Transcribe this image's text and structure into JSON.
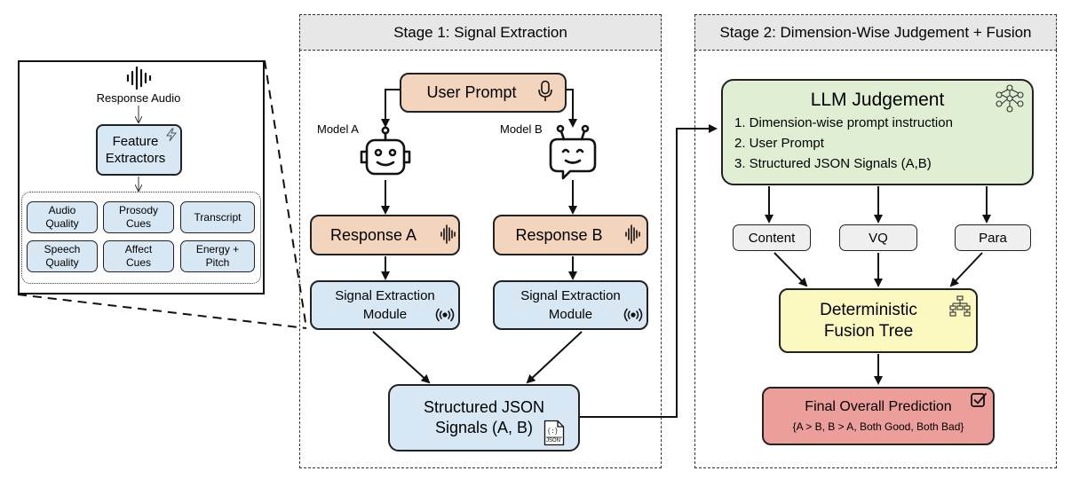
{
  "inset": {
    "response_audio": "Response Audio",
    "feature_extractors": "Feature\nExtractors",
    "features": [
      "Audio\nQuality",
      "Prosody\nCues",
      "Transcript",
      "Speech\nQuality",
      "Affect\nCues",
      "Energy +\nPitch"
    ]
  },
  "stage1": {
    "title": "Stage 1: Signal Extraction",
    "user_prompt": "User Prompt",
    "model_a": "Model A",
    "model_b": "Model B",
    "response_a": "Response A",
    "response_b": "Response B",
    "sem_a": "Signal Extraction\nModule",
    "sem_b": "Signal Extraction\nModule",
    "structured": "Structured JSON\nSignals (A, B)",
    "json_icon_label": "JSON"
  },
  "stage2": {
    "title": "Stage 2: Dimension-Wise Judgement + Fusion",
    "llm_title": "LLM Judgement",
    "llm_items": [
      "1. Dimension-wise prompt instruction",
      "2. User Prompt",
      "3. Structured JSON Signals (A,B)"
    ],
    "dimensions": [
      "Content",
      "VQ",
      "Para"
    ],
    "fusion": "Deterministic\nFusion Tree",
    "final_title": "Final Overall Prediction",
    "final_options": "{A > B, B > A, Both Good, Both Bad}"
  }
}
